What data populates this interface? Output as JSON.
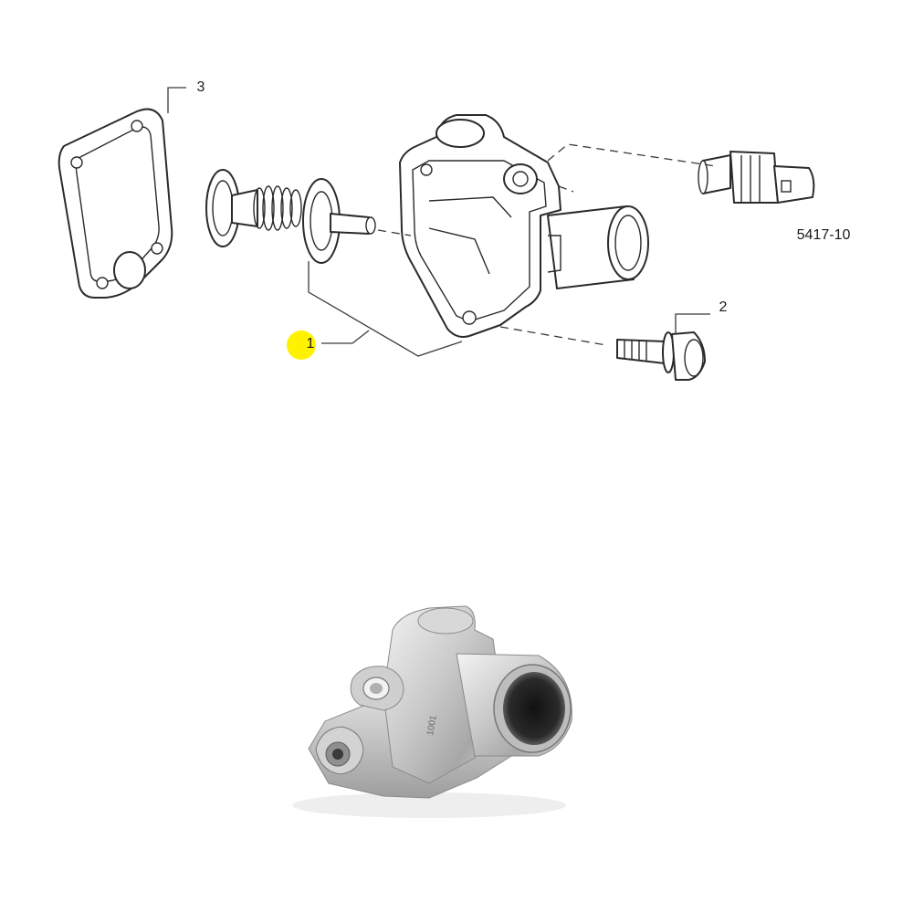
{
  "diagram": {
    "callouts": [
      {
        "id": "1",
        "label": "1"
      },
      {
        "id": "2",
        "label": "2"
      },
      {
        "id": "3",
        "label": "3"
      }
    ],
    "reference_code": "5417-10",
    "highlight_color": "#fff200"
  },
  "photo": {
    "casting_text": "1001"
  }
}
